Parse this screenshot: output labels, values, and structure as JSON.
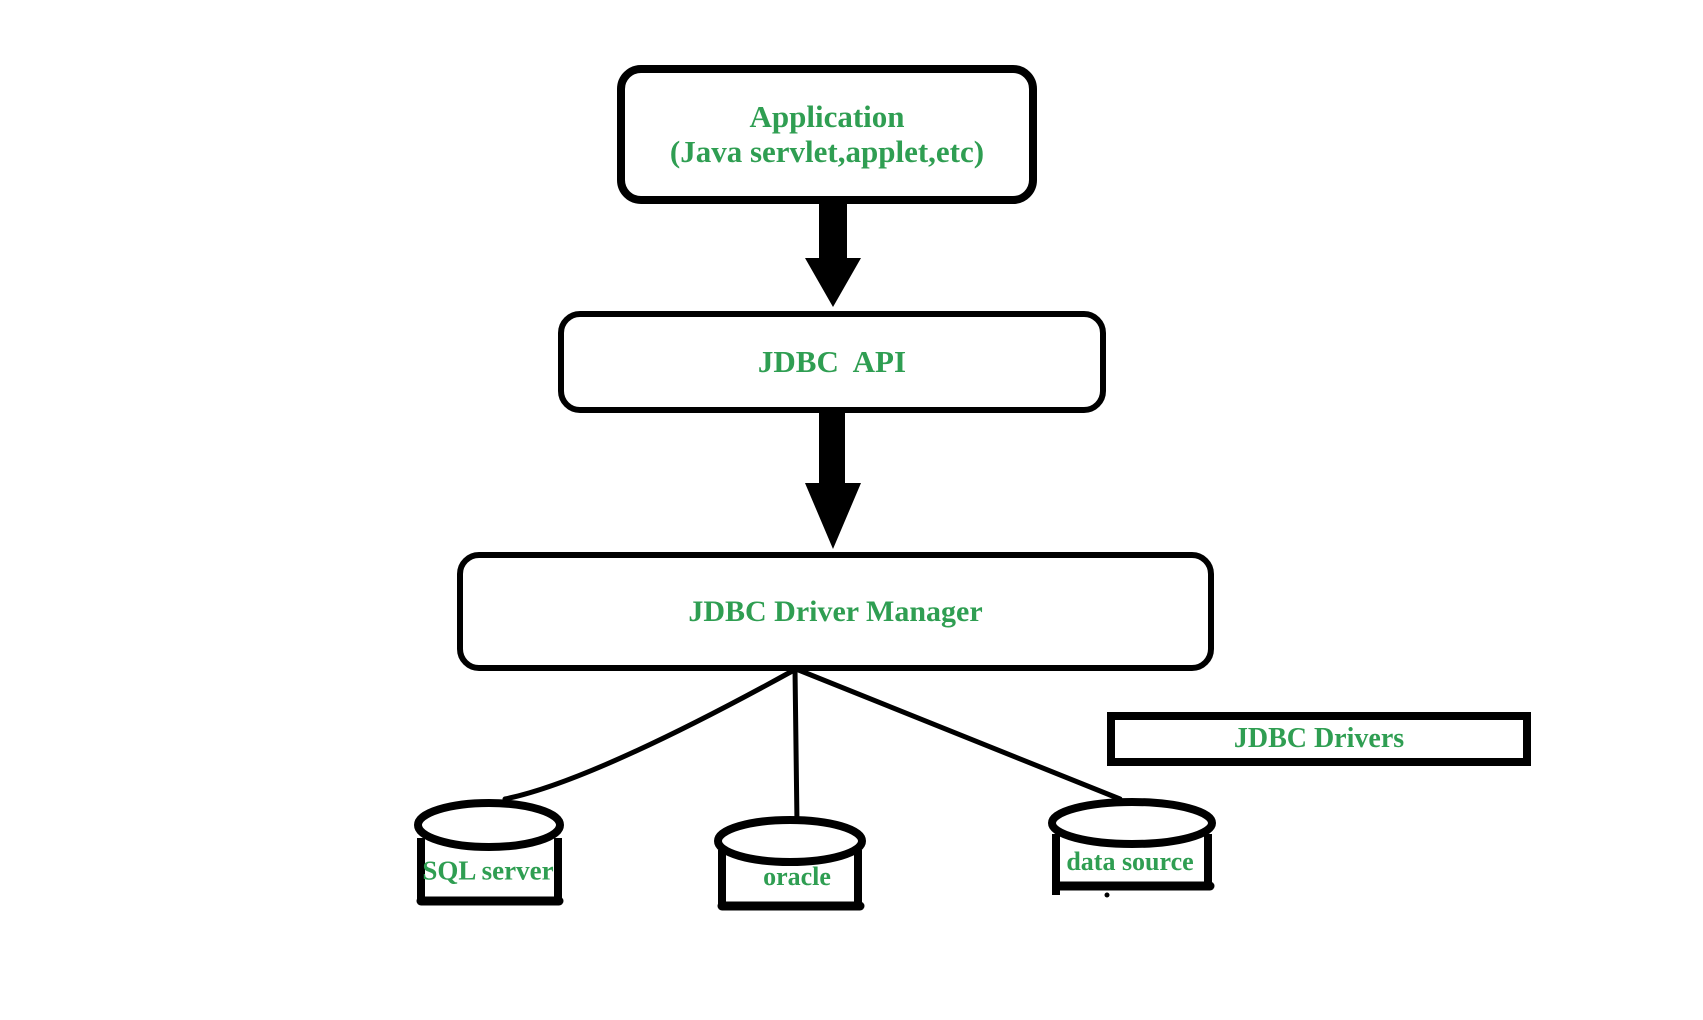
{
  "diagram": {
    "colors": {
      "label_green": "#2f9e52",
      "line_black": "#000000",
      "background_white": "#ffffff"
    },
    "nodes": {
      "application": {
        "line1": "Application",
        "line2": "(Java servlet,applet,etc)"
      },
      "jdbc_api": {
        "label": "JDBC  API"
      },
      "driver_manager": {
        "label": "JDBC Driver Manager"
      },
      "jdbc_drivers": {
        "label": "JDBC Drivers"
      },
      "databases": [
        {
          "label": "SQL server"
        },
        {
          "label": "oracle"
        },
        {
          "label": "data source"
        }
      ]
    },
    "icons": {
      "down_arrow": "block-arrow-down",
      "database": "cylinder-shape"
    }
  }
}
